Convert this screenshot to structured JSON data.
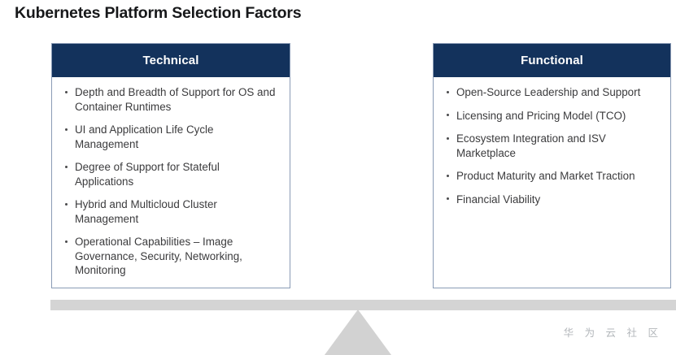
{
  "page": {
    "title": "Kubernetes Platform Selection Factors"
  },
  "cards": [
    {
      "id": "technical",
      "header": "Technical",
      "items": [
        "Depth and Breadth of Support for OS and Container Runtimes",
        "UI and Application Life Cycle Management",
        "Degree of Support for Stateful Applications",
        "Hybrid and Multicloud Cluster Management",
        "Operational Capabilities – Image Governance, Security, Networking, Monitoring"
      ]
    },
    {
      "id": "functional",
      "header": "Functional",
      "items": [
        "Open-Source Leadership and Support",
        "Licensing and Pricing Model (TCO)",
        "Ecosystem Integration and ISV Marketplace",
        "Product Maturity and Market Traction",
        "Financial Viability"
      ]
    }
  ],
  "graphics": {
    "beam_label": "balance-beam",
    "fulcrum_label": "balance-fulcrum"
  },
  "watermark": {
    "text": "华 为 云 社 区"
  },
  "colors": {
    "header_navy": "#13325c",
    "card_border": "#8a9bb5",
    "body_text": "#3b3b3d",
    "title_text": "#17181a",
    "beam_gray": "#d4d4d4",
    "fulcrum_gray": "#d2d2d2",
    "watermark_gray": "#b3b7bb",
    "background": "#ffffff"
  }
}
